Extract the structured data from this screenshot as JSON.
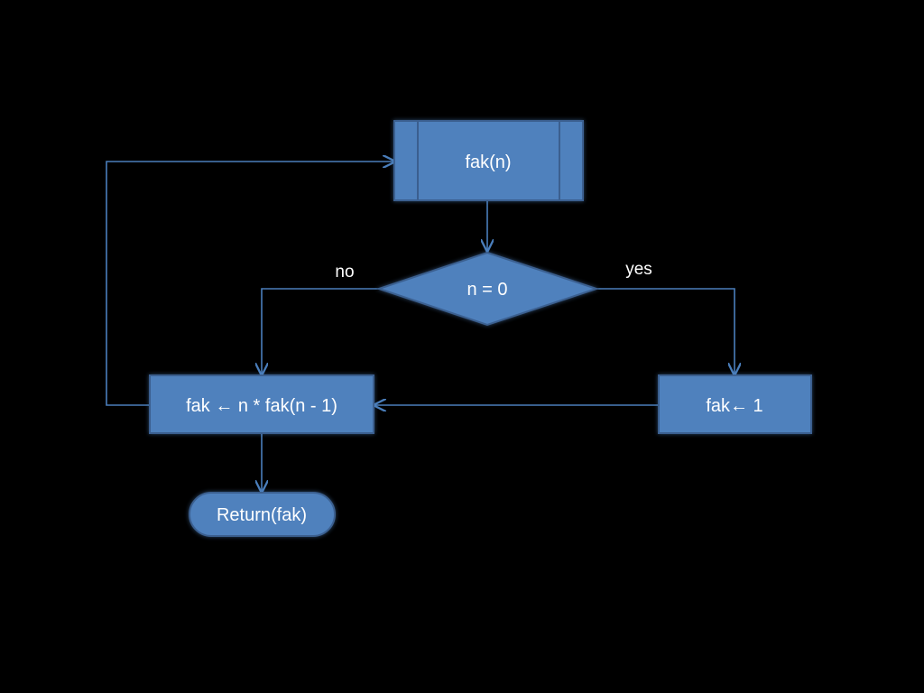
{
  "colors": {
    "background": "#000000",
    "shape_fill": "#4f81bd",
    "shape_border": "#3a5f8f",
    "connector": "#4a7ebb",
    "text": "#ffffff"
  },
  "nodes": {
    "start": {
      "label": "fak(n)",
      "shape": "predefined-process"
    },
    "decision": {
      "label": "n = 0",
      "shape": "decision"
    },
    "recursive_step": {
      "label": "fak ← n * fak(n - 1)",
      "shape": "process"
    },
    "base_case": {
      "label": "fak← 1",
      "shape": "process"
    },
    "end": {
      "label": "Return(fak)",
      "shape": "terminator"
    }
  },
  "edges": {
    "no_label": "no",
    "yes_label": "yes"
  }
}
